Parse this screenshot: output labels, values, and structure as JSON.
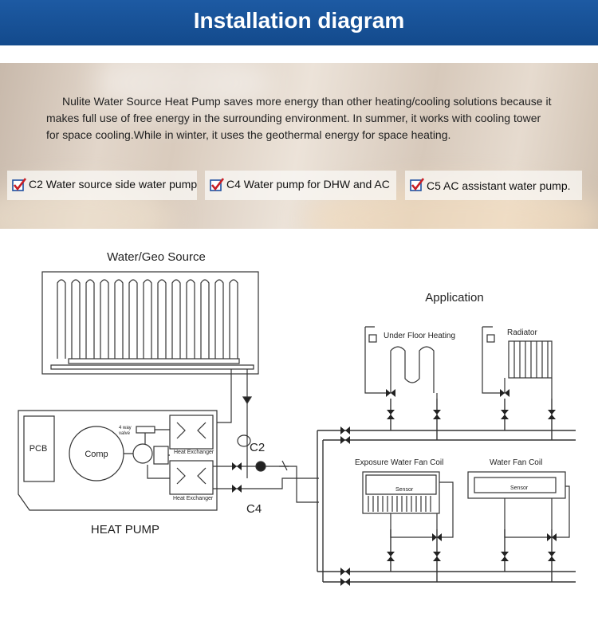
{
  "header": {
    "title": "Installation diagram"
  },
  "intro": {
    "text": "Nulite Water Source Heat Pump saves more energy than other heating/cooling solutions because it makes full use of free energy in the surrounding environment. In summer, it works with cooling tower for space cooling.While in winter, it uses the geothermal energy for space heating."
  },
  "legend": [
    {
      "label": "C2 Water source side water pump"
    },
    {
      "label": "C4 Water pump for  DHW  and AC"
    },
    {
      "label": "C5  AC  assistant water pump."
    }
  ],
  "diagram": {
    "source_title": "Water/Geo Source",
    "application_title": "Application",
    "heat_pump_title": "HEAT PUMP",
    "pcb": "PCB",
    "comp": "Comp",
    "valve_line1": "4 way",
    "valve_line2": "valve",
    "heat_exchanger": "Heat Exchanger",
    "c2": "C2",
    "c4": "C4",
    "under_floor": "Under Floor Heating",
    "radiator": "Radiator",
    "exposure_fan_coil": "Exposure Water Fan Coil",
    "water_fan_coil": "Water Fan Coil",
    "sensor": "Sensor"
  },
  "colors": {
    "header": "#1a56a0",
    "check": "#c81e24",
    "checkbox": "#1e4fa0"
  }
}
